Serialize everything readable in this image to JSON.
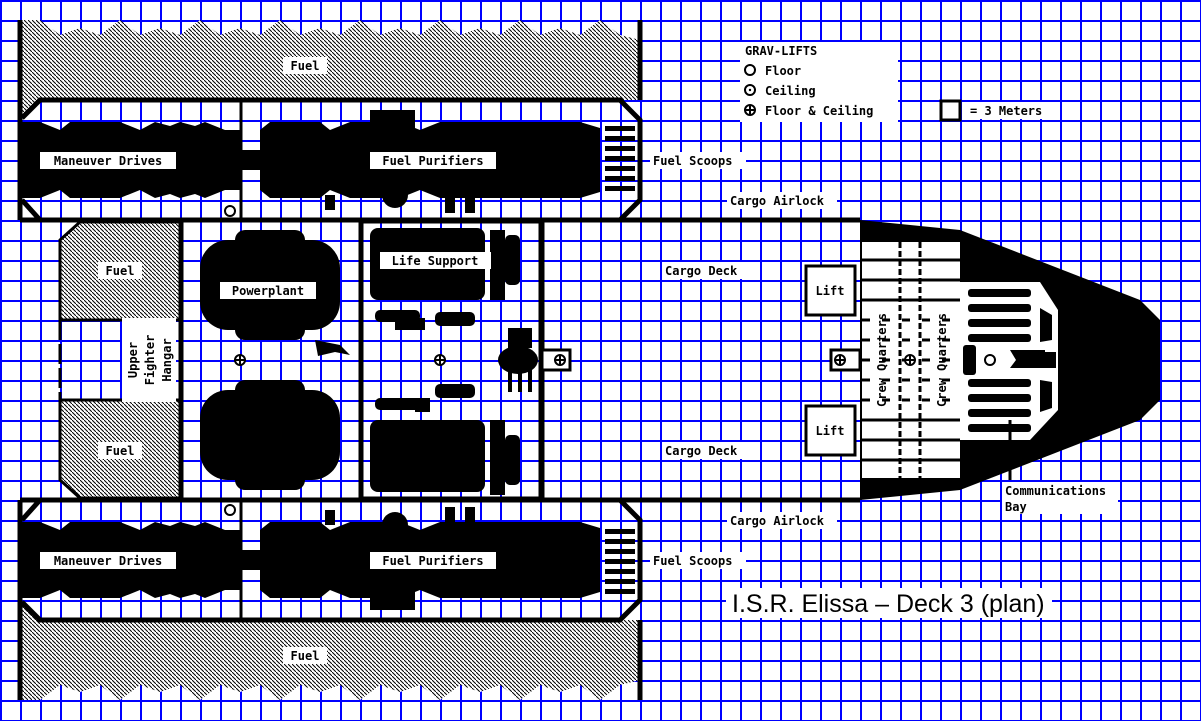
{
  "title": "I.S.R. Elissa – Deck 3 (plan)",
  "legend": {
    "heading": "GRAV-LIFTS",
    "items": [
      {
        "symbol": "floor-lift-icon",
        "label": "Floor"
      },
      {
        "symbol": "ceiling-lift-icon",
        "label": "Ceiling"
      },
      {
        "symbol": "floor-ceiling-lift-icon",
        "label": "Floor & Ceiling"
      }
    ],
    "scale_label": "= 3 Meters"
  },
  "labels": {
    "fuel_top": "Fuel",
    "fuel_bottom": "Fuel",
    "fuel_left_upper": "Fuel",
    "fuel_left_lower": "Fuel",
    "maneuver_upper": "Maneuver Drives",
    "maneuver_lower": "Maneuver Drives",
    "purifiers_upper": "Fuel Purifiers",
    "purifiers_lower": "Fuel Purifiers",
    "scoops_upper": "Fuel Scoops",
    "scoops_lower": "Fuel Scoops",
    "airlock_upper": "Cargo Airlock",
    "airlock_lower": "Cargo Airlock",
    "cargo_upper": "Cargo Deck",
    "cargo_lower": "Cargo Deck",
    "hangar": [
      "Upper",
      "Fighter",
      "Hangar"
    ],
    "powerplant": "Powerplant",
    "life_support": "Life Support",
    "lift_upper": "Lift",
    "lift_lower": "Lift",
    "crew_a": "Crew Quarters",
    "crew_b": "Crew Quarters",
    "comms": [
      "Communications",
      "Bay"
    ]
  },
  "colors": {
    "grid": "#0000ff",
    "ink": "#000000",
    "paper": "#ffffff"
  }
}
